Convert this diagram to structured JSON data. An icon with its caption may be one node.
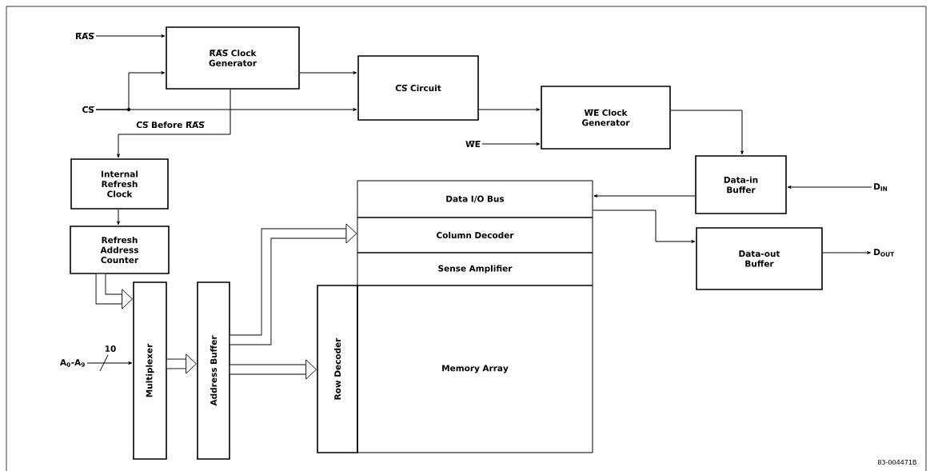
{
  "diagram": {
    "nodes": [
      {
        "text": [
          "R̅A̅S̅"
        ]
      },
      {
        "text": [
          "R̅A̅S̅ Clock Generator"
        ]
      },
      {
        "text": [
          "C̅S̅"
        ]
      },
      {
        "text": [
          "C̅S̅ Circuit"
        ]
      },
      {
        "text": [
          "W̅E̅"
        ]
      },
      {
        "text": [
          "W̅E̅ Clock Generator"
        ]
      },
      {
        "text": [
          "Internal Refresh Clock"
        ]
      },
      {
        "text": [
          "Data-in Buffer"
        ]
      },
      {
        "text": [
          "D$_{IN}$"
        ]
      },
      {
        "text": [
          "Data I/O Bus"
        ]
      },
      {
        "text": [
          "Column Decoder"
        ]
      },
      {
        "text": [
          "Refresh Address Counter"
        ]
      },
      {
        "text": [
          "Data-out Buffer"
        ]
      },
      {
        "text": [
          "D$_{OUT}$"
        ]
      },
      {
        "text": [
          "Sense Amplifier"
        ]
      },
      {
        "text": [
          "Multiplexer"
        ]
      },
      {
        "text": [
          "Address Buffer"
        ]
      },
      {
        "text": [
          "Row Decoder"
        ]
      },
      {
        "text": [
          "Memory Array"
        ]
      },
      {
        "text": [
          "A$_{0}$-A$_{9}$"
        ]
      }
    ],
    "edges": [
      {
        "from": 0,
        "to": 1,
        "arrow": "to"
      },
      {
        "from": 2,
        "to": 1,
        "arrow": "to"
      },
      {
        "from": 2,
        "to": 3,
        "arrow": "to"
      },
      {
        "from": 1,
        "to": 3,
        "arrow": "to"
      },
      {
        "from": 1,
        "to": 6,
        "arrow": "to",
        "label": "C̅S̅ Before R̅A̅S̅"
      },
      {
        "from": 3,
        "to": 5,
        "arrow": "to"
      },
      {
        "from": 4,
        "to": 5,
        "arrow": "to"
      },
      {
        "from": 5,
        "to": 7,
        "arrow": "to"
      },
      {
        "from": 8,
        "to": 7,
        "arrow": "to"
      },
      {
        "from": 7,
        "to": 9,
        "arrow": "to"
      },
      {
        "from": 9,
        "to": 12,
        "arrow": "to"
      },
      {
        "from": 12,
        "to": 13,
        "arrow": "to"
      },
      {
        "from": 6,
        "to": 11,
        "arrow": "to"
      },
      {
        "from": 11,
        "to": 15,
        "arrow": "to",
        "style": "thick"
      },
      {
        "from": 19,
        "to": 15,
        "arrow": "to",
        "label": "10"
      },
      {
        "from": 15,
        "to": 16,
        "arrow": "to",
        "style": "thick"
      },
      {
        "from": 16,
        "to": 10,
        "arrow": "to",
        "style": "thick"
      },
      {
        "from": 16,
        "to": 17,
        "arrow": "to",
        "style": "thick"
      }
    ],
    "labels": [
      "83-004471B"
    ]
  }
}
